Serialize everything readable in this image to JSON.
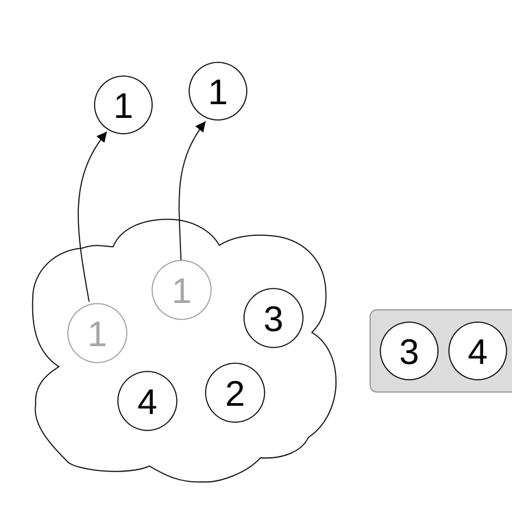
{
  "diagram": {
    "cloud_nodes": [
      {
        "label": "1",
        "state": "faded"
      },
      {
        "label": "1",
        "state": "faded"
      },
      {
        "label": "3",
        "state": "normal"
      },
      {
        "label": "4",
        "state": "normal"
      },
      {
        "label": "2",
        "state": "normal"
      }
    ],
    "extracted_nodes": [
      {
        "label": "1"
      },
      {
        "label": "1"
      }
    ],
    "queue_nodes": [
      {
        "label": "3"
      },
      {
        "label": "4"
      }
    ],
    "colors": {
      "stroke": "#000000",
      "faded_stroke": "#9a9a9a",
      "faded_text": "#a6a6a6",
      "queue_fill": "#dcdcdc",
      "queue_stroke": "#8c8c8c"
    }
  }
}
